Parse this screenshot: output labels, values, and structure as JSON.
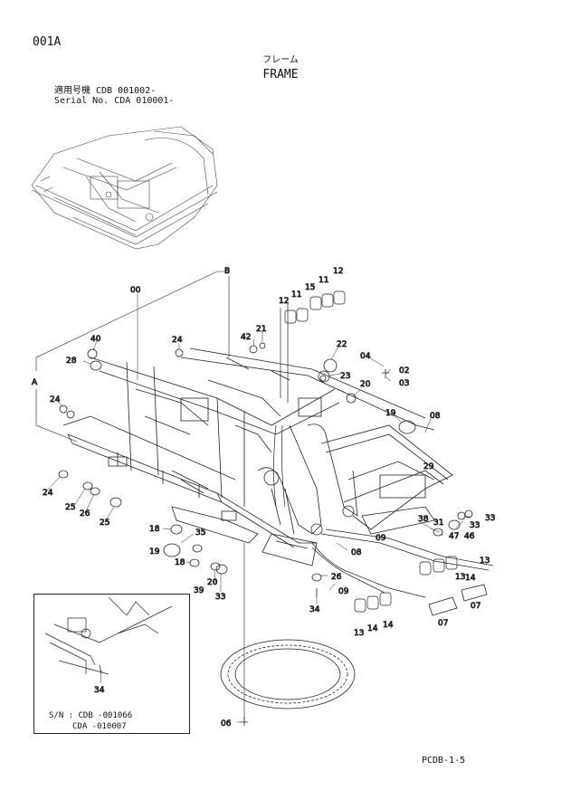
{
  "header": {
    "page_code": "001A",
    "title_jp": "フレーム",
    "title_en": "FRAME",
    "serial_jp": "適用号機 CDB 001002-",
    "serial_en": "Serial No. CDA 010001-"
  },
  "callouts": {
    "ref_a": "A",
    "ref_b": "B",
    "p00": "00",
    "p40": "40",
    "p24a": "24",
    "p28": "28",
    "p24b": "24",
    "p24c": "24",
    "p25a": "25",
    "p26a": "26",
    "p25b": "25",
    "p42": "42",
    "p21": "21",
    "p12a": "12",
    "p11a": "11",
    "p15": "15",
    "p11b": "11",
    "p12b": "12",
    "p22": "22",
    "p04": "04",
    "p02": "02",
    "p03": "03",
    "p23": "23",
    "p20a": "20",
    "p19a": "19",
    "p08a": "08",
    "p29": "29",
    "p18a": "18",
    "p19b": "19",
    "p35": "35",
    "p18b": "18",
    "p39": "39",
    "p20b": "20",
    "p33a": "33",
    "p26b": "26",
    "p34a": "34",
    "p09a": "09",
    "p08b": "08",
    "p09b": "09",
    "p38": "38",
    "p31": "31",
    "p33b": "33",
    "p33c": "33",
    "p47": "47",
    "p46": "46",
    "p13a": "13",
    "p14a": "14",
    "p13b": "13",
    "p07a": "07",
    "p07b": "07",
    "p13c": "13",
    "p14b": "14",
    "p14c": "14",
    "p34b": "34",
    "p06": "06"
  },
  "inset": {
    "sn_line1": "S/N : CDB -001066",
    "sn_line2": "CDA -010007"
  },
  "footer": {
    "code": "PCDB-1-5"
  }
}
